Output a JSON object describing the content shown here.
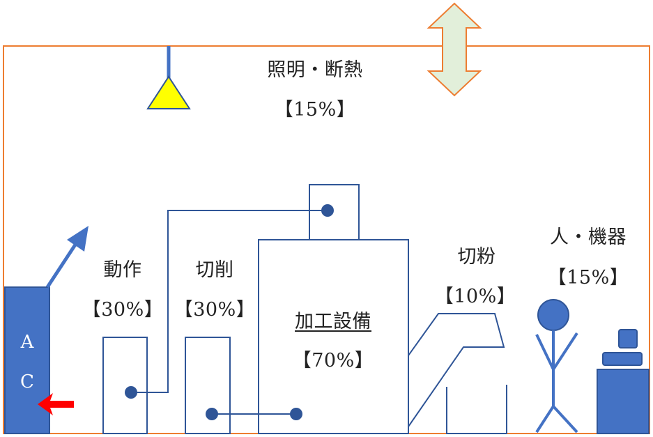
{
  "colors": {
    "room_border": "#ED7D31",
    "equipment_stroke": "#2F5597",
    "dot": "#2F5597",
    "ac_fill": "#4472C4",
    "airflow_arrow": "#4472C4",
    "light_cone": "#FFFF00",
    "light_cord": "#4472C4",
    "vent_arrow_fill": "#E2EFDA",
    "vent_arrow_stroke": "#ED7D31",
    "ac_intake_arrow": "#FF0000",
    "person": "#4472C4",
    "device_fill": "#4472C4"
  },
  "ac_unit": {
    "letter_a": "A",
    "letter_c": "C"
  },
  "labels": {
    "lighting_insulation": {
      "name": "照明・断熱",
      "percent": "【15%】"
    },
    "motion": {
      "name": "動作",
      "percent": "【30%】"
    },
    "cutting": {
      "name": "切削",
      "percent": "【30%】"
    },
    "processing_equipment": {
      "name": "加工設備",
      "percent": "【70%】"
    },
    "chips": {
      "name": "切粉",
      "percent": "【10%】"
    },
    "people_devices": {
      "name": "人・機器",
      "percent": "【15%】"
    }
  }
}
